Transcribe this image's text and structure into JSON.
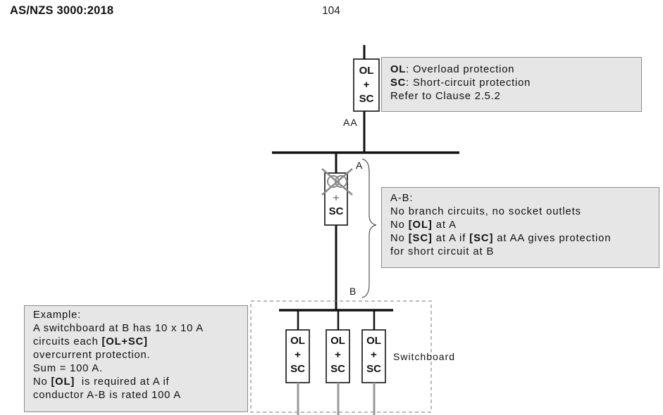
{
  "header": {
    "standard": "AS/NZS 3000:2018",
    "page_number": "104"
  },
  "devices": {
    "main": {
      "top": "OL",
      "mid": "+",
      "bottom": "SC"
    },
    "branch": {
      "top": "",
      "mid": "+",
      "bottom": "SC"
    },
    "board": [
      {
        "top": "OL",
        "mid": "+",
        "bottom": "SC"
      },
      {
        "top": "OL",
        "mid": "+",
        "bottom": "SC"
      },
      {
        "top": "OL",
        "mid": "+",
        "bottom": "SC"
      }
    ]
  },
  "labels": {
    "aa": "AA",
    "a": "A",
    "b": "B",
    "switchboard": "Switchboard"
  },
  "legend_box": {
    "line1_key": "OL",
    "line1_text": ": Overload protection",
    "line2_key": "SC",
    "line2_text": ": Short-circuit protection",
    "line3": "Refer to Clause 2.5.2"
  },
  "ab_box": {
    "line1": "A-B:",
    "line2": "No branch circuits, no socket outlets",
    "line3_pre": "No ",
    "line3_key": "[OL]",
    "line3_post": " at A",
    "line4_pre": "No ",
    "line4_key": "[SC]",
    "line4_mid": " at A if ",
    "line4_key2": "[SC]",
    "line4_post": " at AA gives protection",
    "line5": "for short circuit at B"
  },
  "example_box": {
    "line1": "Example:",
    "line2": "A switchboard at B has 10 x 10 A",
    "line3_pre": "circuits each ",
    "line3_key": "[OL+SC]",
    "line4": "overcurrent protection.",
    "line5": "Sum = 100 A.",
    "line6_pre": "No ",
    "line6_key": "[OL]",
    "line6_post": "  is required at A if",
    "line7": "conductor A-B is rated 100 A"
  },
  "colors": {
    "box_fill": "#e6e6e6",
    "box_border": "#8c8c8c",
    "line": "#111111",
    "outgoing": "#9a9a9a",
    "cross": "#8a8a8a"
  }
}
